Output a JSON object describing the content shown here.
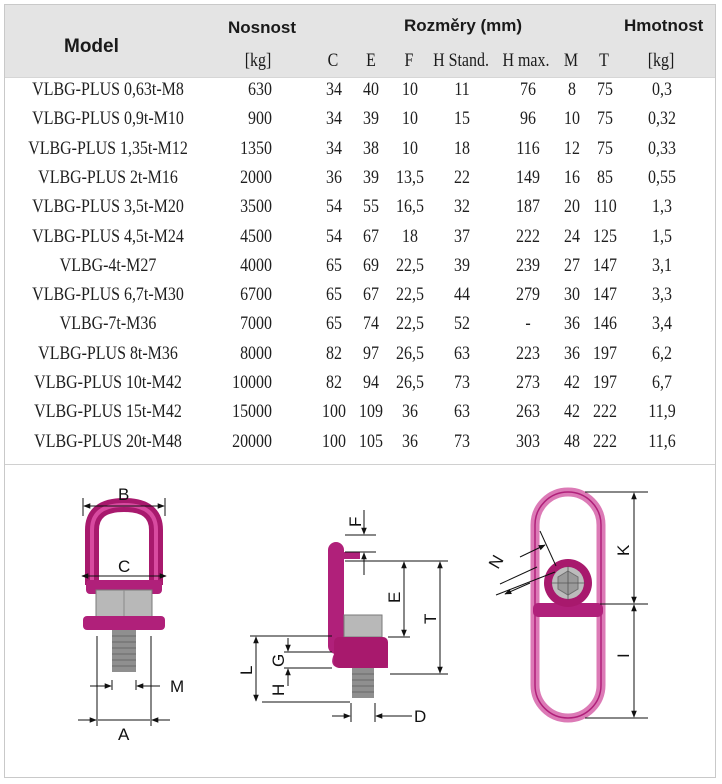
{
  "header": {
    "model": "Model",
    "capacity": "Nosnost",
    "dimensions": "Rozměry (mm)",
    "weight": "Hmotnost",
    "capacity_unit": "[kg]",
    "col_c": "C",
    "col_e": "E",
    "col_f": "F",
    "col_h_stand": "H Stand.",
    "col_h_max": "H max.",
    "col_m": "M",
    "col_t": "T",
    "weight_unit": "[kg]"
  },
  "rows": [
    {
      "model": "VLBG-PLUS 0,63t-M8",
      "capacity": "630",
      "c": "34",
      "e": "40",
      "f": "10",
      "h_stand": "11",
      "h_max": "76",
      "m": "8",
      "t": "75",
      "weight": "0,3"
    },
    {
      "model": "VLBG-PLUS 0,9t-M10",
      "capacity": "900",
      "c": "34",
      "e": "39",
      "f": "10",
      "h_stand": "15",
      "h_max": "96",
      "m": "10",
      "t": "75",
      "weight": "0,32"
    },
    {
      "model": "VLBG-PLUS 1,35t-M12",
      "capacity": "1350",
      "c": "34",
      "e": "38",
      "f": "10",
      "h_stand": "18",
      "h_max": "116",
      "m": "12",
      "t": "75",
      "weight": "0,33"
    },
    {
      "model": "VLBG-PLUS 2t-M16",
      "capacity": "2000",
      "c": "36",
      "e": "39",
      "f": "13,5",
      "h_stand": "22",
      "h_max": "149",
      "m": "16",
      "t": "85",
      "weight": "0,55"
    },
    {
      "model": "VLBG-PLUS 3,5t-M20",
      "capacity": "3500",
      "c": "54",
      "e": "55",
      "f": "16,5",
      "h_stand": "32",
      "h_max": "187",
      "m": "20",
      "t": "110",
      "weight": "1,3"
    },
    {
      "model": "VLBG-PLUS 4,5t-M24",
      "capacity": "4500",
      "c": "54",
      "e": "67",
      "f": "18",
      "h_stand": "37",
      "h_max": "222",
      "m": "24",
      "t": "125",
      "weight": "1,5"
    },
    {
      "model": "VLBG-4t-M27",
      "capacity": "4000",
      "c": "65",
      "e": "69",
      "f": "22,5",
      "h_stand": "39",
      "h_max": "239",
      "m": "27",
      "t": "147",
      "weight": "3,1"
    },
    {
      "model": "VLBG-PLUS 6,7t-M30",
      "capacity": "6700",
      "c": "65",
      "e": "67",
      "f": "22,5",
      "h_stand": "44",
      "h_max": "279",
      "m": "30",
      "t": "147",
      "weight": "3,3"
    },
    {
      "model": "VLBG-7t-M36",
      "capacity": "7000",
      "c": "65",
      "e": "74",
      "f": "22,5",
      "h_stand": "52",
      "h_max": "-",
      "m": "36",
      "t": "146",
      "weight": "3,4"
    },
    {
      "model": "VLBG-PLUS 8t-M36",
      "capacity": "8000",
      "c": "82",
      "e": "97",
      "f": "26,5",
      "h_stand": "63",
      "h_max": "223",
      "m": "36",
      "t": "197",
      "weight": "6,2"
    },
    {
      "model": "VLBG-PLUS 10t-M42",
      "capacity": "10000",
      "c": "82",
      "e": "94",
      "f": "26,5",
      "h_stand": "73",
      "h_max": "273",
      "m": "42",
      "t": "197",
      "weight": "6,7"
    },
    {
      "model": "VLBG-PLUS 15t-M42",
      "capacity": "15000",
      "c": "100",
      "e": "109",
      "f": "36",
      "h_stand": "63",
      "h_max": "263",
      "m": "42",
      "t": "222",
      "weight": "11,9"
    },
    {
      "model": "VLBG-PLUS 20t-M48",
      "capacity": "20000",
      "c": "100",
      "e": "105",
      "f": "36",
      "h_stand": "73",
      "h_max": "303",
      "m": "48",
      "t": "222",
      "weight": "11,6"
    }
  ],
  "drawing": {
    "label_b": "B",
    "label_c": "C",
    "label_a": "A",
    "label_m": "M",
    "label_f": "F",
    "label_e": "E",
    "label_t": "T",
    "label_g": "G",
    "label_l": "L",
    "label_h": "H",
    "label_d": "D",
    "label_n": "N",
    "label_k": "K",
    "label_i": "I"
  },
  "colors": {
    "header_bg": "#e4e4e4",
    "magenta": "#b0207a",
    "pink_link": "#e07ab8",
    "steel": "#9a9a9a"
  }
}
